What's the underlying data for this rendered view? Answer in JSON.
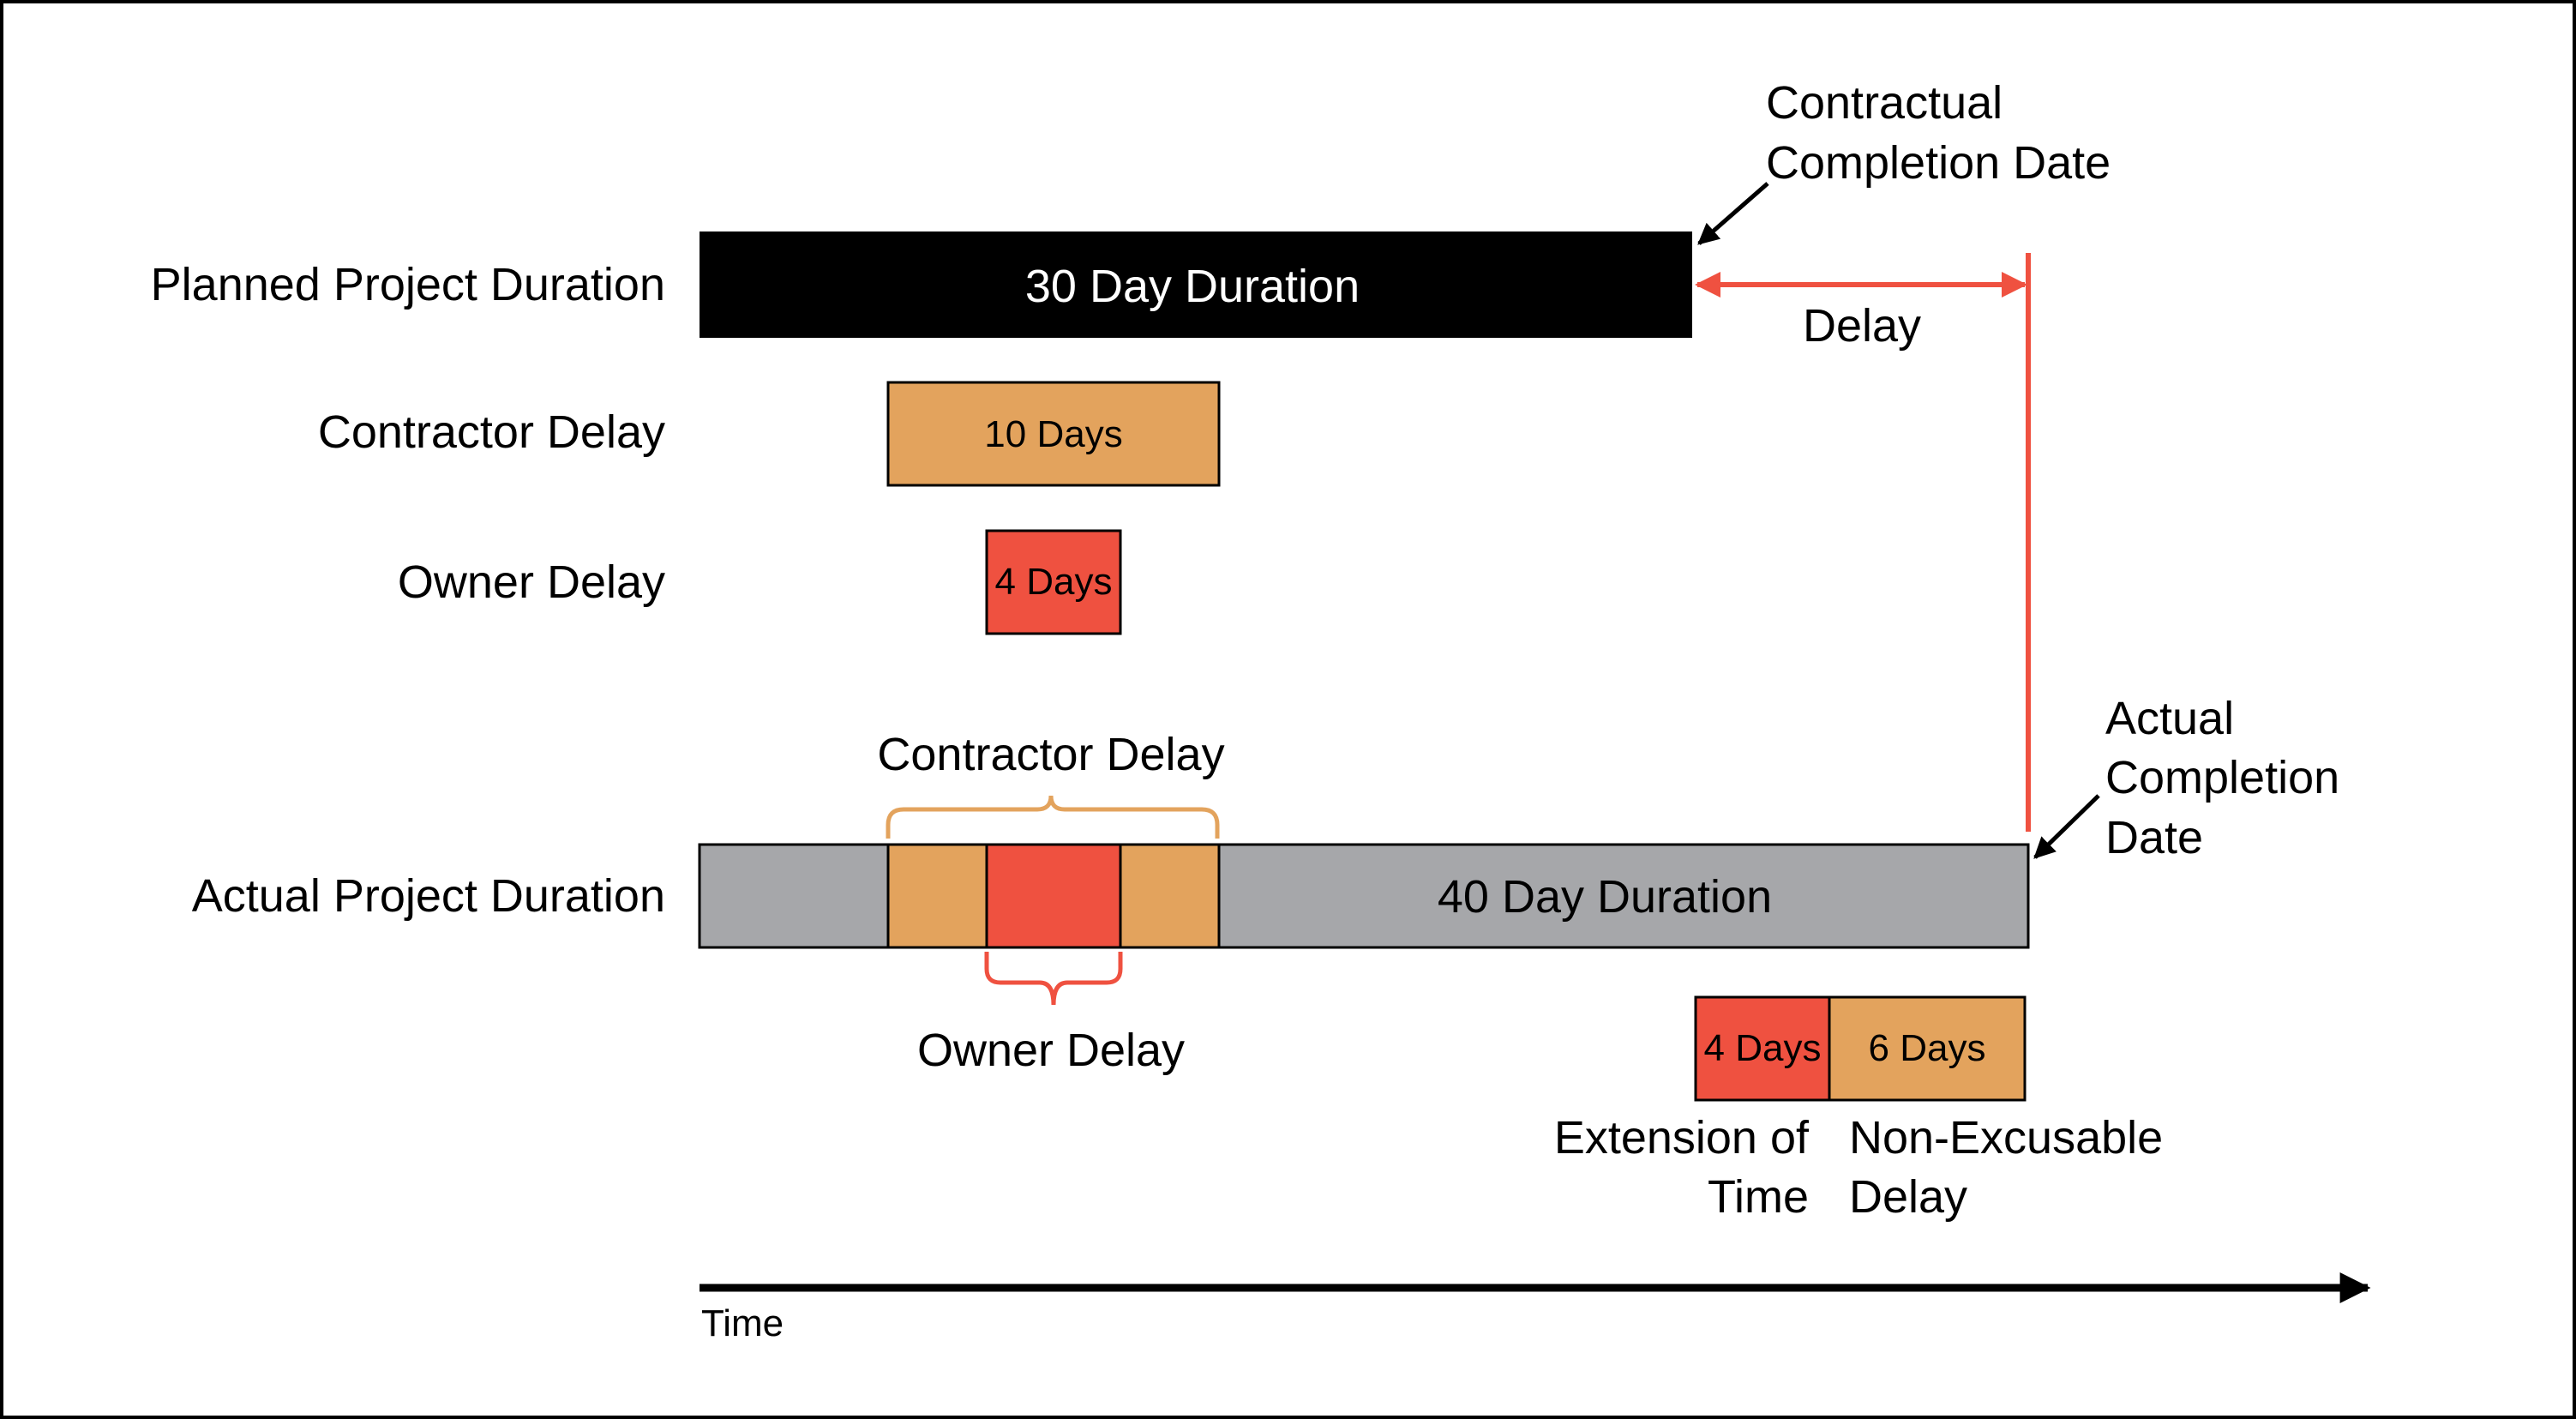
{
  "colors": {
    "planned_bar": "#000000",
    "actual_bar": "#a6a7aa",
    "contractor": "#e3a35d",
    "owner": "#ef5140",
    "delay_line": "#ef5140",
    "axis": "#000000",
    "frame": "#000000"
  },
  "rows": {
    "planned": "Planned Project Duration",
    "contractor": "Contractor Delay",
    "owner": "Owner Delay",
    "actual": "Actual Project Duration"
  },
  "bars": {
    "planned_label": "30 Day Duration",
    "contractor_label": "10 Days",
    "owner_label": "4 Days",
    "actual_label": "40 Day Duration",
    "extension_label": "4 Days",
    "nonexcusable_label": "6 Days"
  },
  "annotations": {
    "contractual_completion": [
      "Contractual",
      "Completion Date"
    ],
    "delay": "Delay",
    "actual_completion": [
      "Actual",
      "Completion",
      "Date"
    ],
    "contractor_brace": "Contractor Delay",
    "owner_brace": "Owner Delay",
    "extension": [
      "Extension of",
      "Time"
    ],
    "nonexcusable": [
      "Non-Excusable",
      "Delay"
    ]
  },
  "axis": {
    "label": "Time"
  }
}
